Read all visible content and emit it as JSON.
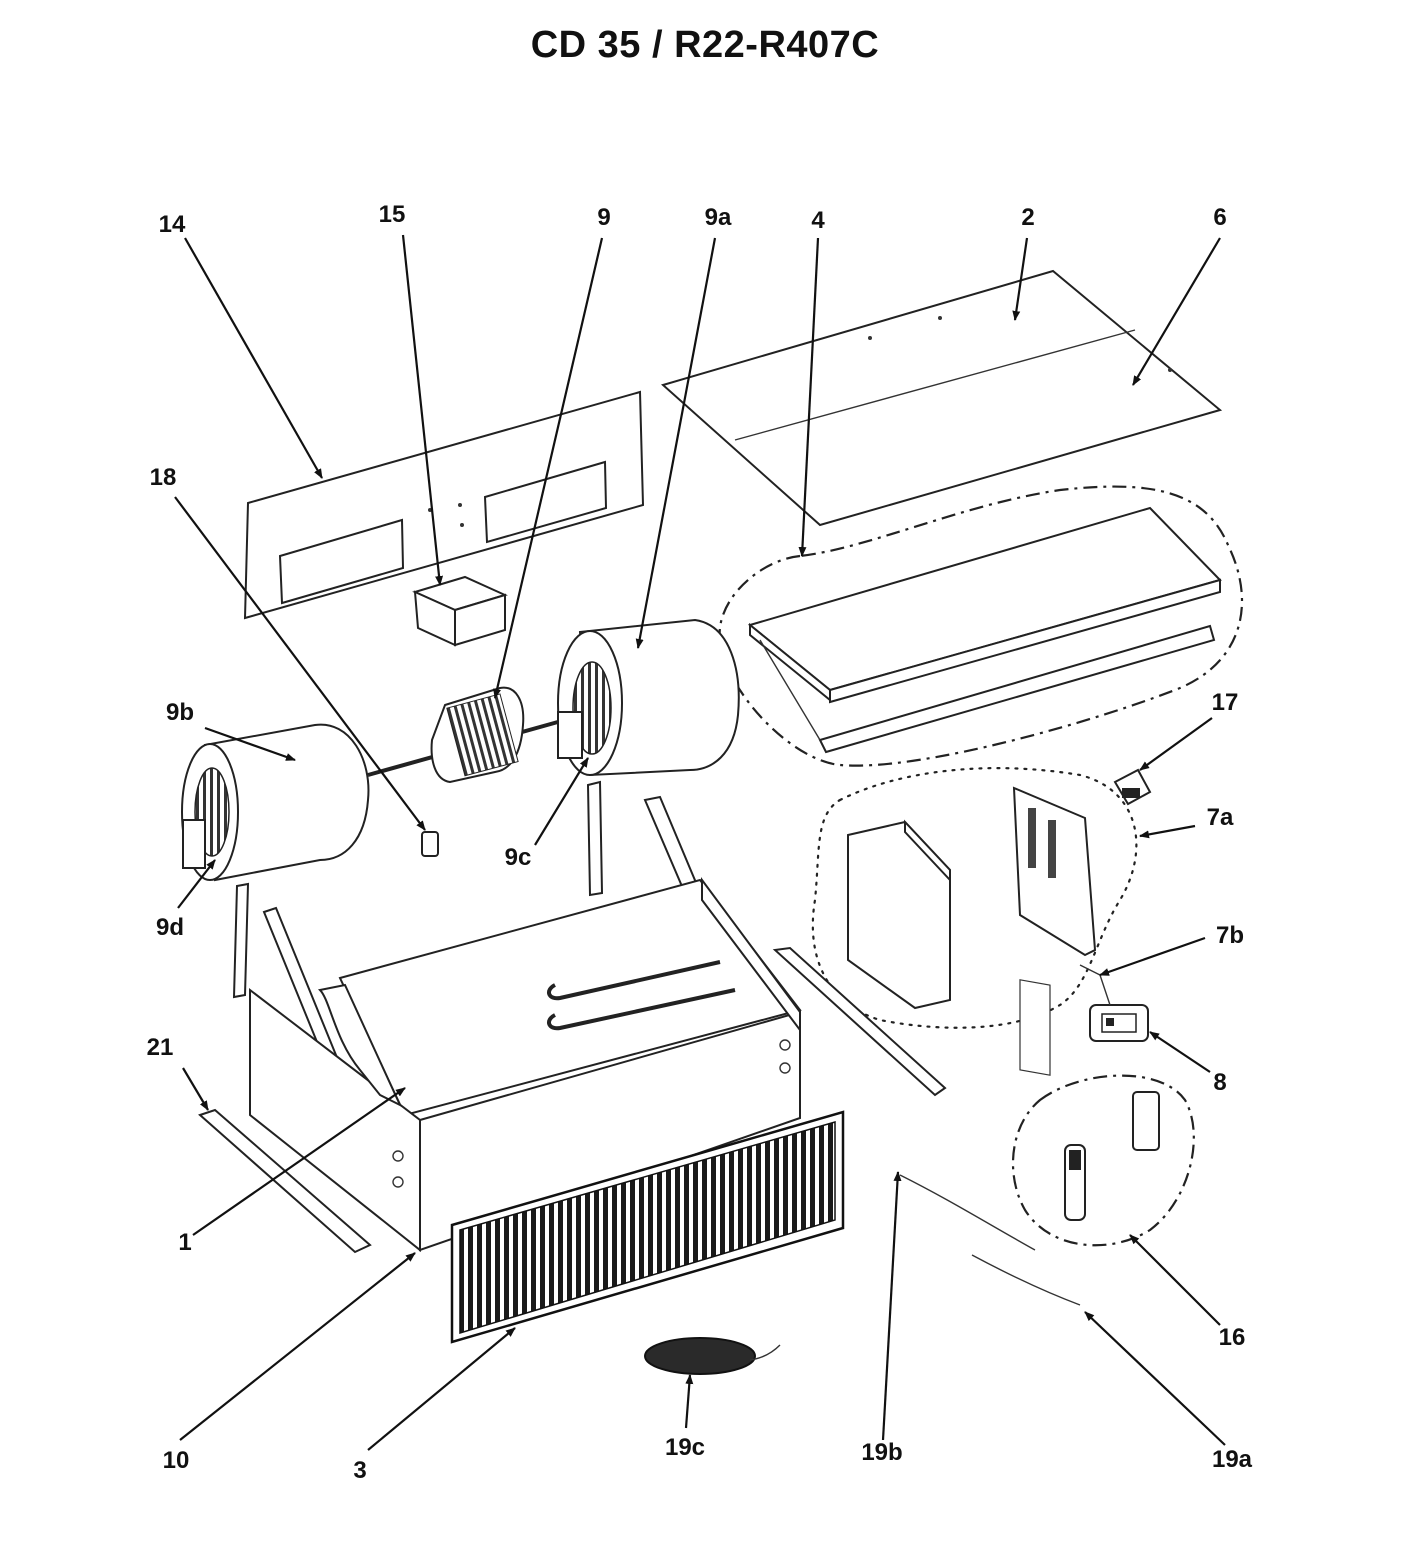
{
  "title": "CD 35 / R22-R407C",
  "labels": {
    "l14": "14",
    "l15": "15",
    "l9": "9",
    "l9a": "9a",
    "l4": "4",
    "l2": "2",
    "l6": "6",
    "l18": "18",
    "l9b": "9b",
    "l17": "17",
    "l7a": "7a",
    "l9c": "9c",
    "l9d": "9d",
    "l7b": "7b",
    "l21": "21",
    "l8": "8",
    "l1": "1",
    "l16": "16",
    "l10": "10",
    "l3": "3",
    "l19c": "19c",
    "l19b": "19b",
    "l19a": "19a"
  }
}
